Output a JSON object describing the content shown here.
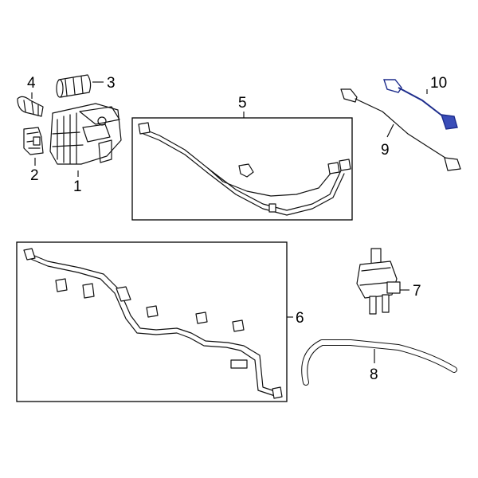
{
  "diagram": {
    "callouts": [
      "1",
      "2",
      "3",
      "4",
      "5",
      "6",
      "7",
      "8",
      "9",
      "10"
    ],
    "colors": {
      "line": "#111111",
      "background": "#ffffff",
      "highlight": "#1e2d8c"
    }
  }
}
